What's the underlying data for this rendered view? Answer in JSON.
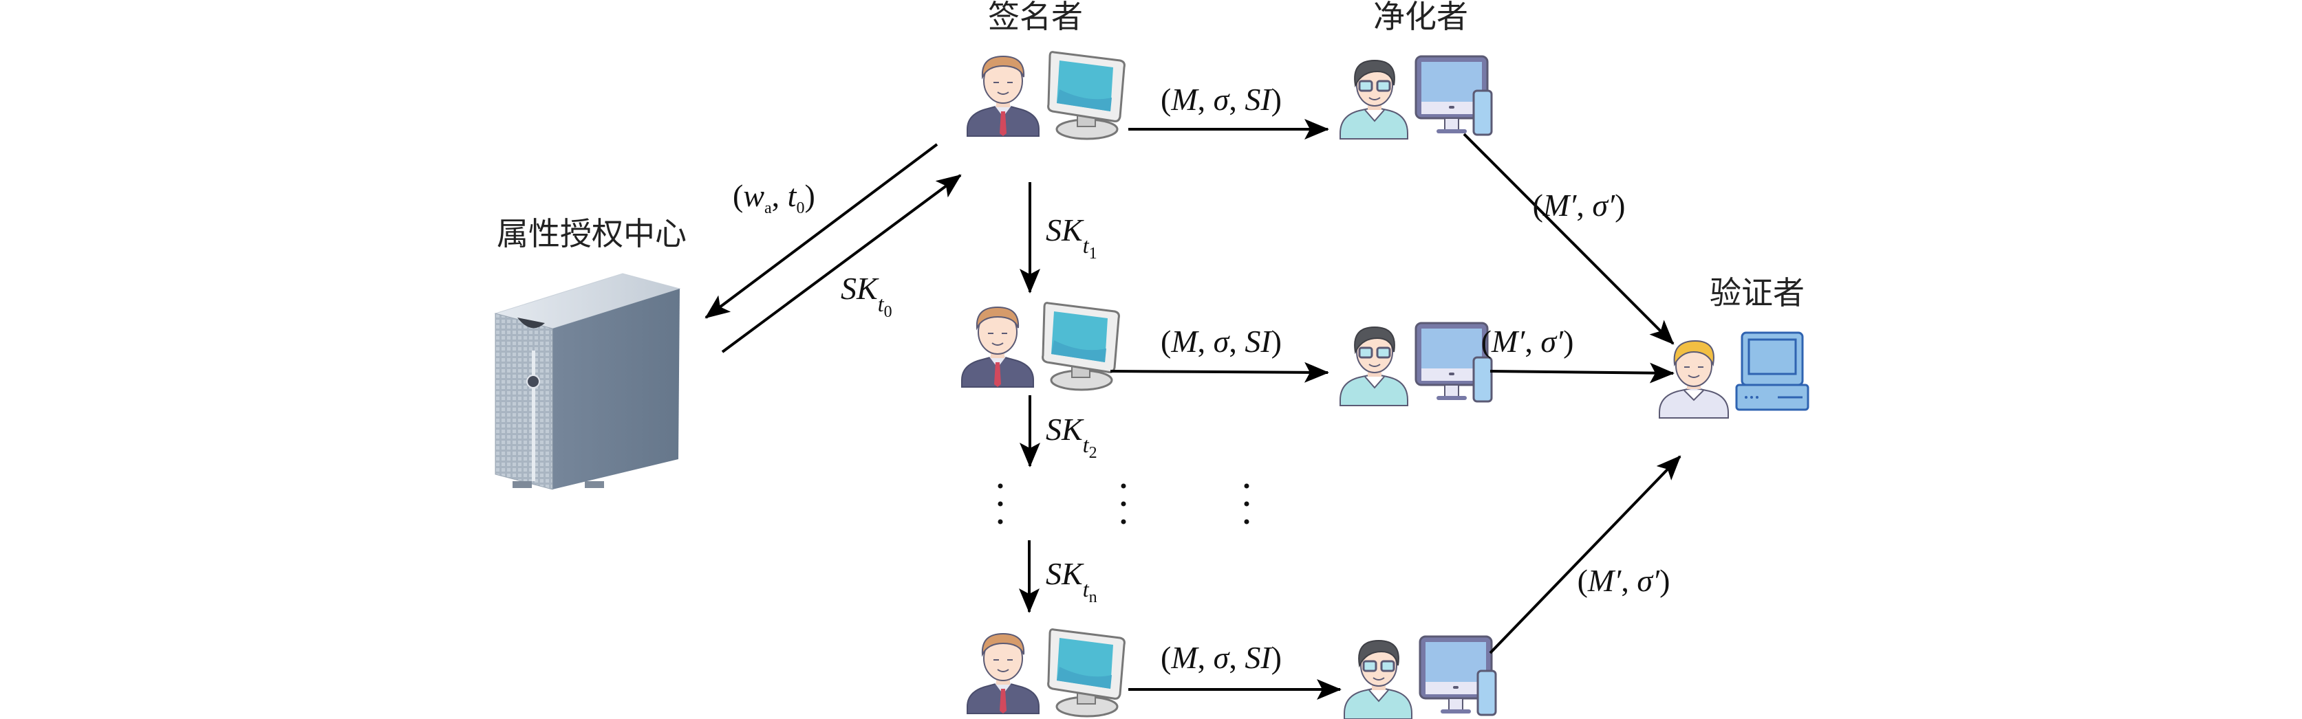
{
  "diagram": {
    "title_signer": "签名者",
    "title_sanitizer": "净化者",
    "title_authority": "属性授权中心",
    "title_verifier": "验证者",
    "msg_signed": {
      "open": "(",
      "m": "M",
      "sep1": ", ",
      "sigma": "σ",
      "sep2": ", ",
      "si": "SI",
      "close": ")"
    },
    "msg_sanitized": {
      "open": "(",
      "m": "M′",
      "sep": ", ",
      "sigma": "σ′",
      "close": ")"
    },
    "req": {
      "open": "(",
      "w": "w",
      "w_sub": "a",
      "sep": ", ",
      "t": "t",
      "t_sub": "0",
      "close": ")"
    },
    "keys": [
      {
        "base": "SK",
        "t": "t",
        "idx": "0"
      },
      {
        "base": "SK",
        "t": "t",
        "idx": "1"
      },
      {
        "base": "SK",
        "t": "t",
        "idx": "2"
      },
      {
        "base": "SK",
        "t": "t",
        "idx": "n"
      }
    ],
    "ellipsis": "⋮",
    "icons": {
      "authority": "server-tower-icon",
      "signer": "businessman-computer-icon",
      "sanitizer": "person-glasses-desktop-phone-icon",
      "verifier": "person-desktop-computer-icon"
    }
  }
}
